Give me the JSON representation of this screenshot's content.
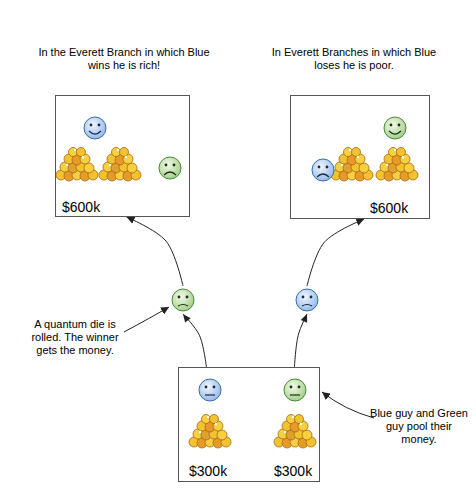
{
  "diagram": {
    "nodes": [
      {
        "text": [
          "In the Everett Branch in which Blue wins he is rich!",
          "$600k"
        ]
      },
      {
        "text": [
          "In Everett Branches in which Blue loses he is poor.",
          "$600k"
        ]
      },
      {
        "text": [
          "$300k",
          "$300k"
        ]
      }
    ],
    "edges": [
      {
        "from": 2,
        "to": 0,
        "arrow": "to"
      },
      {
        "from": 2,
        "to": 1,
        "arrow": "to"
      }
    ],
    "labels": [
      "A quantum die is rolled. The winner gets the money.",
      "Blue guy and Green guy pool their money."
    ]
  }
}
